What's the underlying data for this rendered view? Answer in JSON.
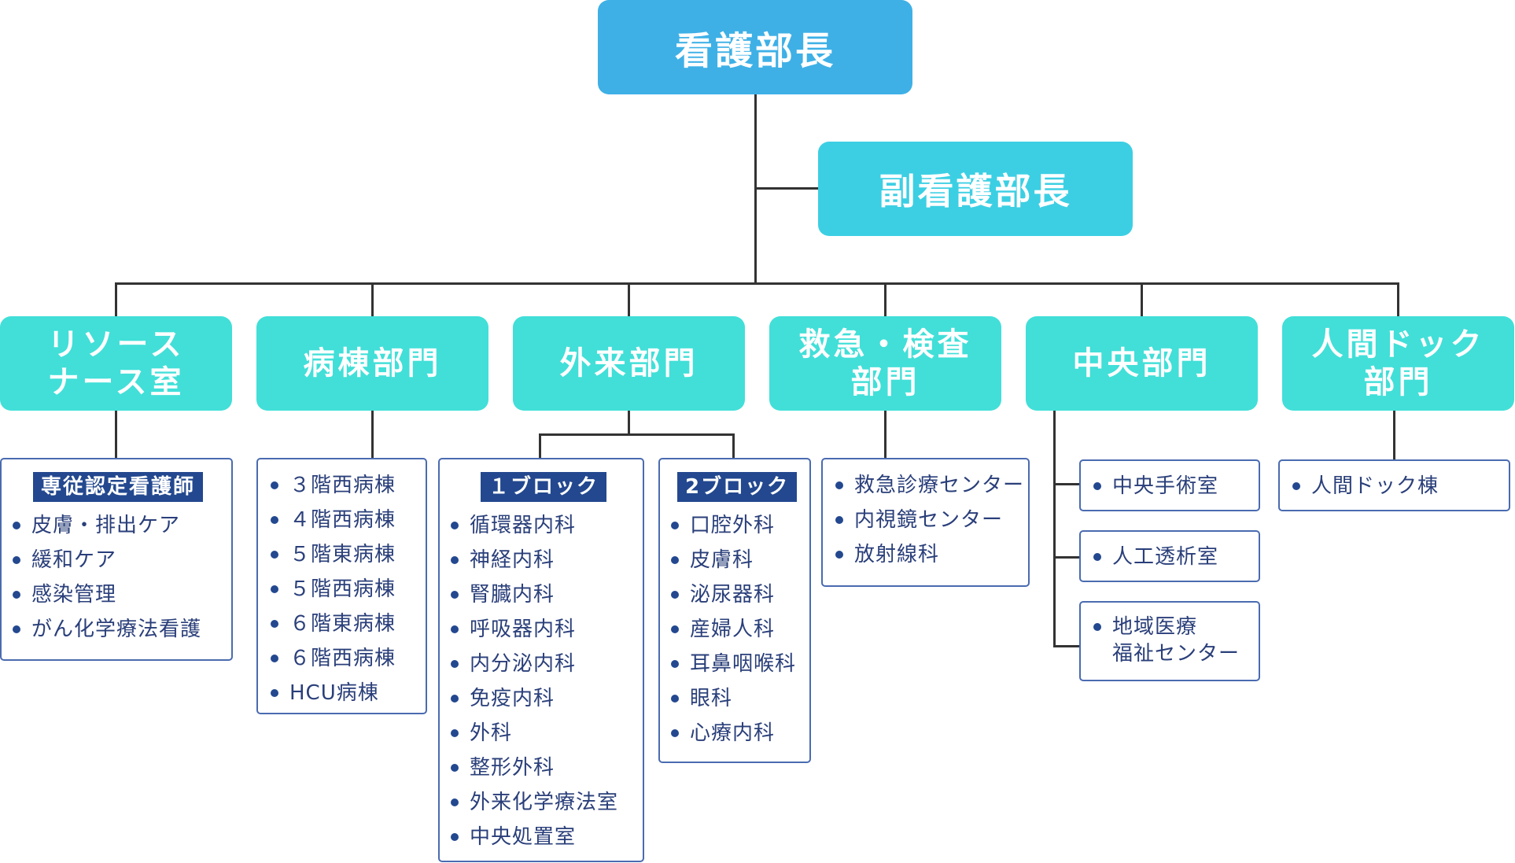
{
  "director": "看護部長",
  "deputy": "副看護部長",
  "colors": {
    "director_box": "#3eb0e6",
    "deputy_box": "#3ccfe3",
    "department_box": "#41dfd8",
    "list_border": "#4a6bb0",
    "list_title_bg": "#23488f",
    "list_text": "#2a3f7a",
    "connector": "#333333"
  },
  "departments": [
    {
      "name": "リソース\nナース室",
      "sections": [
        {
          "title": "専従認定看護師",
          "items": [
            "皮膚・排出ケア",
            "緩和ケア",
            "感染管理",
            "がん化学療法看護"
          ]
        }
      ]
    },
    {
      "name": "病棟部門",
      "sections": [
        {
          "title": "",
          "items": [
            "３階西病棟",
            "４階西病棟",
            "５階東病棟",
            "５階西病棟",
            "６階東病棟",
            "６階西病棟",
            "HCU病棟"
          ]
        }
      ]
    },
    {
      "name": "外来部門",
      "sections": [
        {
          "title": "１ブロック",
          "items": [
            "循環器内科",
            "神経内科",
            "腎臓内科",
            "呼吸器内科",
            "内分泌内科",
            "免疫内科",
            "外科",
            "整形外科",
            "外来化学療法室",
            "中央処置室"
          ]
        },
        {
          "title": "2ブロック",
          "items": [
            "口腔外科",
            "皮膚科",
            "泌尿器科",
            "産婦人科",
            "耳鼻咽喉科",
            "眼科",
            "心療内科"
          ]
        }
      ]
    },
    {
      "name": "救急・検査\n部門",
      "sections": [
        {
          "title": "",
          "items": [
            "救急診療センター",
            "内視鏡センター",
            "放射線科"
          ]
        }
      ]
    },
    {
      "name": "中央部門",
      "sections": [
        {
          "title": "",
          "items": [
            "中央手術室"
          ]
        },
        {
          "title": "",
          "items": [
            "人工透析室"
          ]
        },
        {
          "title": "",
          "items": [
            "地域医療\n福祉センター"
          ]
        }
      ]
    },
    {
      "name": "人間ドック\n部門",
      "sections": [
        {
          "title": "",
          "items": [
            "人間ドック棟"
          ]
        }
      ]
    }
  ]
}
